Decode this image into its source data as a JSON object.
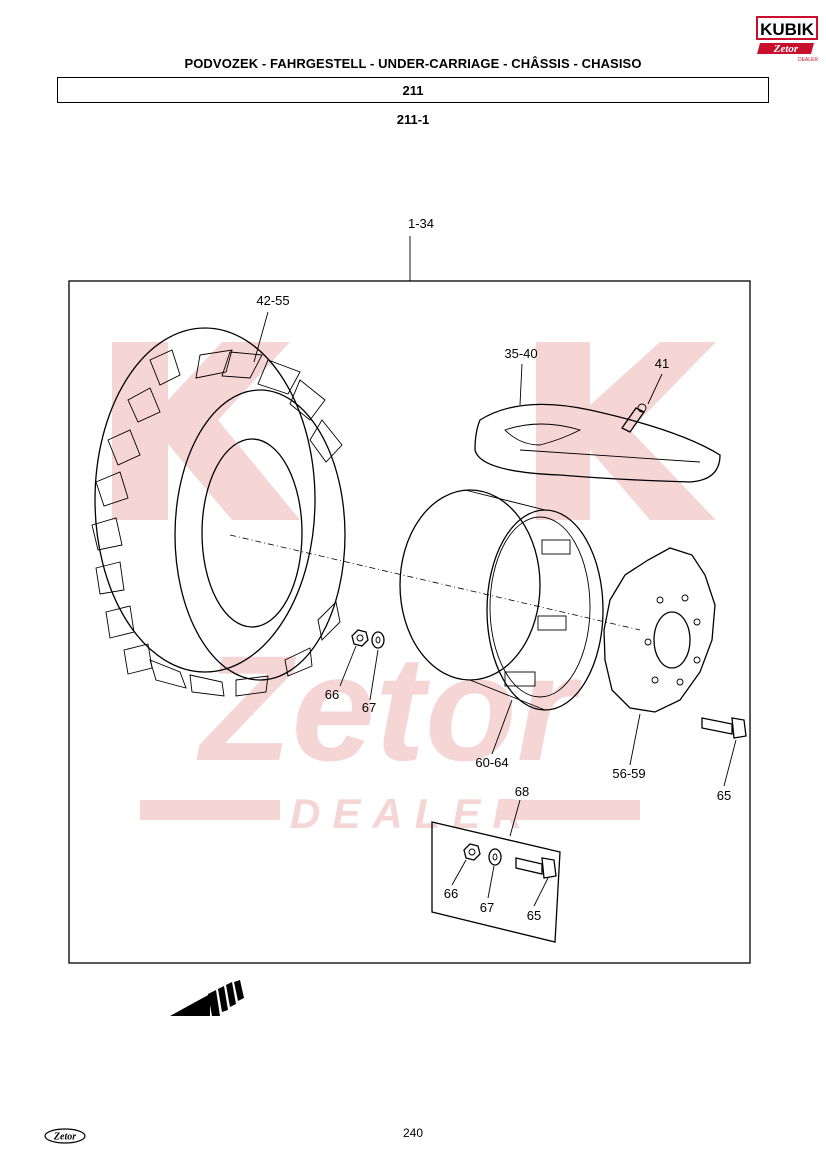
{
  "header": {
    "title": "PODVOZEK - FAHRGESTELL - UNDER-CARRIAGE - CHÂSSIS - CHASISO",
    "group": "211",
    "subgroup": "211-1"
  },
  "brand": {
    "logo_text": "KUBIK",
    "sub_logo": "Zetor",
    "dealer": "DEALER",
    "colors": {
      "red": "#c8102e",
      "watermark": "#f6d5d5"
    }
  },
  "callouts": {
    "assembly": "1-34",
    "tyre": "42-55",
    "tube": "35-40",
    "valve": "41",
    "nut": "66",
    "washer": "67",
    "rim": "60-64",
    "disc": "56-59",
    "bolt": "65",
    "set": "68",
    "set_nut": "66",
    "set_washer": "67",
    "set_bolt": "65"
  },
  "footer": {
    "page_number": "240",
    "logo": "Zetor"
  },
  "icons": {
    "nav_arrow": "left-arrow-icon"
  }
}
